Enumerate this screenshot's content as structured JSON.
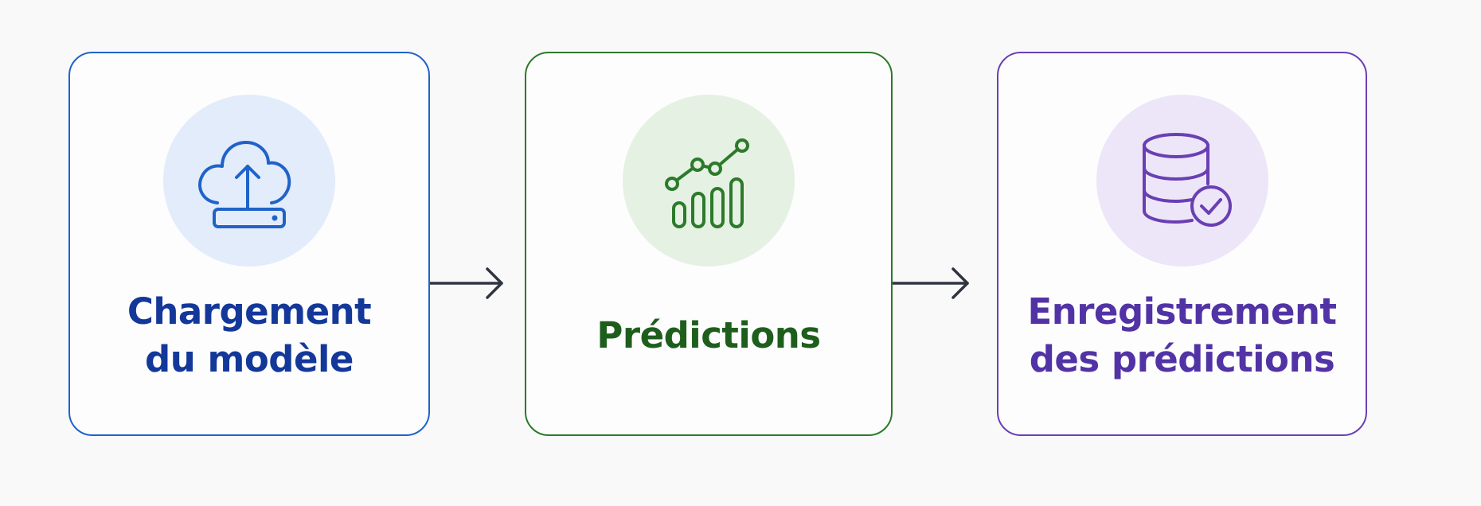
{
  "steps": [
    {
      "lines": [
        "Chargement",
        "du modèle"
      ],
      "icon": "cloud-upload-icon",
      "color": "#13389a",
      "border": "#1f63c9",
      "bg": "#e3ecfb"
    },
    {
      "lines": [
        "Prédictions"
      ],
      "icon": "chart-trend-icon",
      "color": "#1e5e1c",
      "border": "#2c7a2a",
      "bg": "#e5f1e2"
    },
    {
      "lines": [
        "Enregistrement",
        "des prédictions"
      ],
      "icon": "database-check-icon",
      "color": "#5233a5",
      "border": "#6a3fb3",
      "bg": "#ece6f8"
    }
  ],
  "connector": {
    "icon": "arrow-right-icon",
    "color": "#2f3440"
  }
}
